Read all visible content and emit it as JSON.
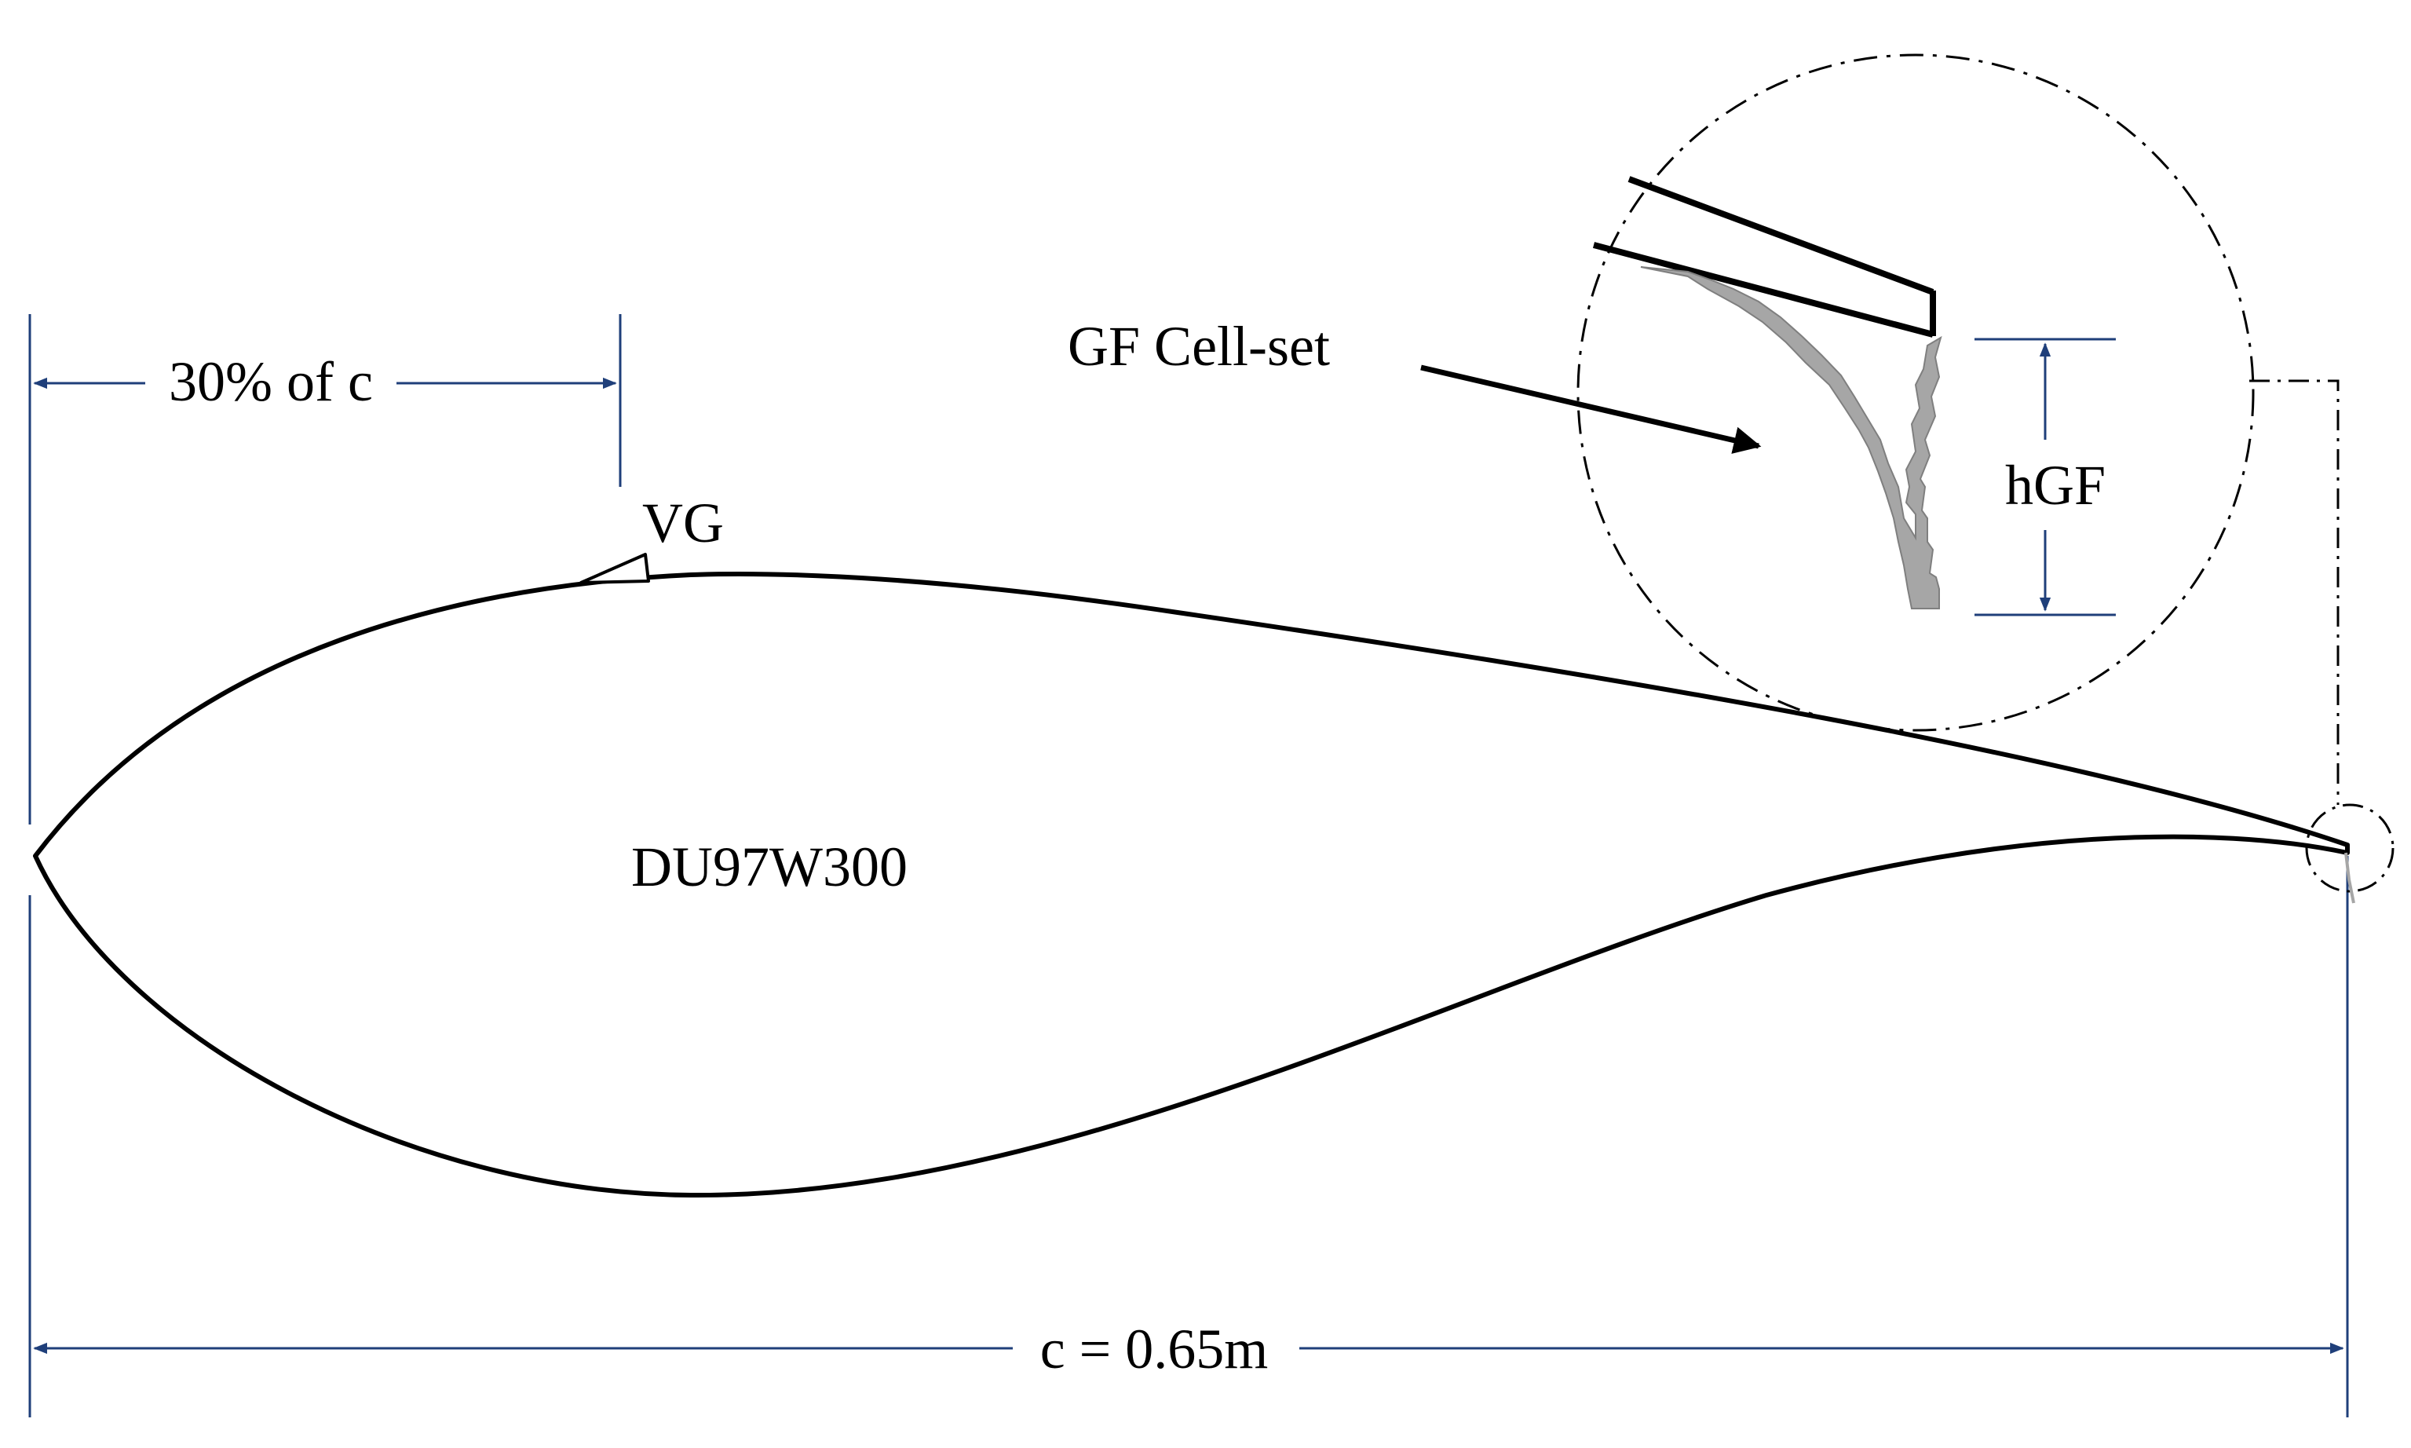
{
  "labels": {
    "airfoil_name": "DU97W300",
    "vg": "VG",
    "vg_position": "30% of c",
    "chord": "c = 0.65m",
    "gf_cell_set": "GF Cell-set",
    "gf_height": "hGF"
  },
  "colors": {
    "outline": "#000000",
    "dimension": "#1f3f7a",
    "gf_fill": "#a6a6a6",
    "gf_edge": "#7f7f7f",
    "background": "#ffffff"
  }
}
